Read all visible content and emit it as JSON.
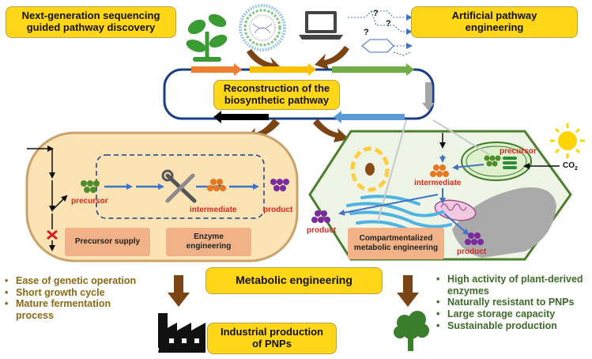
{
  "boxes": {
    "ngs": "Next-generation sequencing guided pathway discovery",
    "artificial": "Artificial pathway engineering",
    "reconstruction": "Reconstruction of the biosynthetic pathway",
    "metabolic": "Metabolic engineering",
    "industrial": "Industrial production of PNPs"
  },
  "microbe": {
    "precursor_supply": "Precursor supply",
    "enzyme_engineering": "Enzyme engineering",
    "precursor": "precursor",
    "intermediate": "intermediate",
    "product": "product"
  },
  "plant": {
    "precursor": "precursor",
    "intermediate": "intermediate",
    "product_left": "product",
    "product_bottom": "product",
    "compartment": "Compartmentalized metabolic engineering",
    "co2": "CO",
    "co2_sub": "2"
  },
  "microbe_advantages": {
    "bullet": "•",
    "items": [
      "Ease of genetic operation",
      "Short growth cycle",
      "Mature fermentation process"
    ]
  },
  "plant_advantages": {
    "bullet": "•",
    "items": [
      "High activity of plant-derived enzymes",
      "Naturally resistant to PNPs",
      "Large storage capacity",
      "Sustainable production"
    ]
  },
  "colors": {
    "yellow_box": "#ffd618",
    "microbe_fill": "#fbe3b5",
    "microbe_border": "#c9a26a",
    "plant_fill": "#eef4e6",
    "plant_border": "#4d7f2e",
    "brown_arrow": "#7b4412",
    "blue_arrow": "#3f73c4",
    "microbe_text": "#8a6a14",
    "plant_text": "#3d6b28",
    "red_label": "#e0261a"
  }
}
